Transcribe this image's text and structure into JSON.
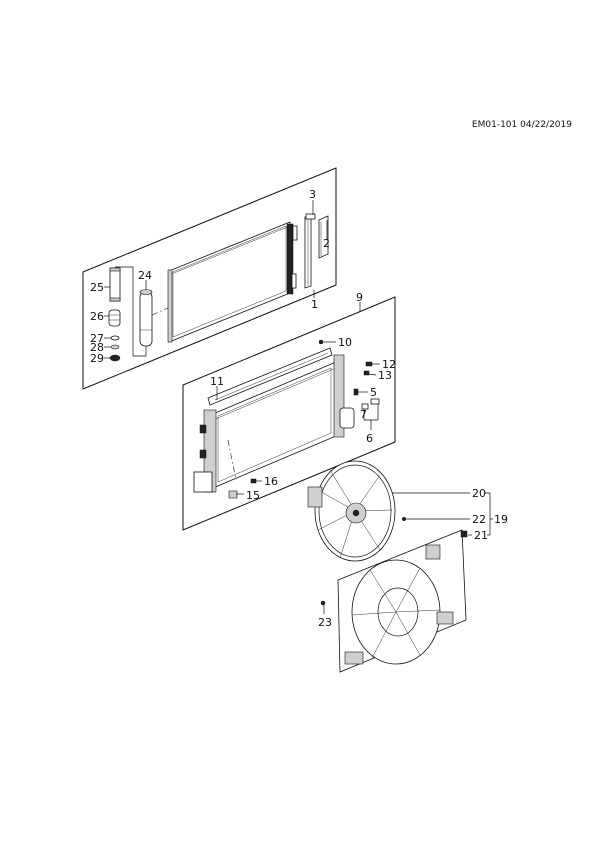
{
  "document": {
    "reference": "EM01-101 04/22/2019"
  },
  "callouts": [
    {
      "id": "c1",
      "text": "1"
    },
    {
      "id": "c2",
      "text": "2"
    },
    {
      "id": "c3",
      "text": "3"
    },
    {
      "id": "c5",
      "text": "5"
    },
    {
      "id": "c6",
      "text": "6"
    },
    {
      "id": "c7",
      "text": "7"
    },
    {
      "id": "c9",
      "text": "9"
    },
    {
      "id": "c10",
      "text": "10"
    },
    {
      "id": "c11",
      "text": "11"
    },
    {
      "id": "c12",
      "text": "12"
    },
    {
      "id": "c13",
      "text": "13"
    },
    {
      "id": "c15",
      "text": "15"
    },
    {
      "id": "c16",
      "text": "16"
    },
    {
      "id": "c19",
      "text": "19"
    },
    {
      "id": "c20",
      "text": "20"
    },
    {
      "id": "c21",
      "text": "21"
    },
    {
      "id": "c22",
      "text": "22"
    },
    {
      "id": "c23",
      "text": "23"
    },
    {
      "id": "c24",
      "text": "24"
    },
    {
      "id": "c25",
      "text": "25"
    },
    {
      "id": "c26",
      "text": "26"
    },
    {
      "id": "c27",
      "text": "27"
    },
    {
      "id": "c28",
      "text": "28"
    },
    {
      "id": "c29",
      "text": "29"
    }
  ]
}
